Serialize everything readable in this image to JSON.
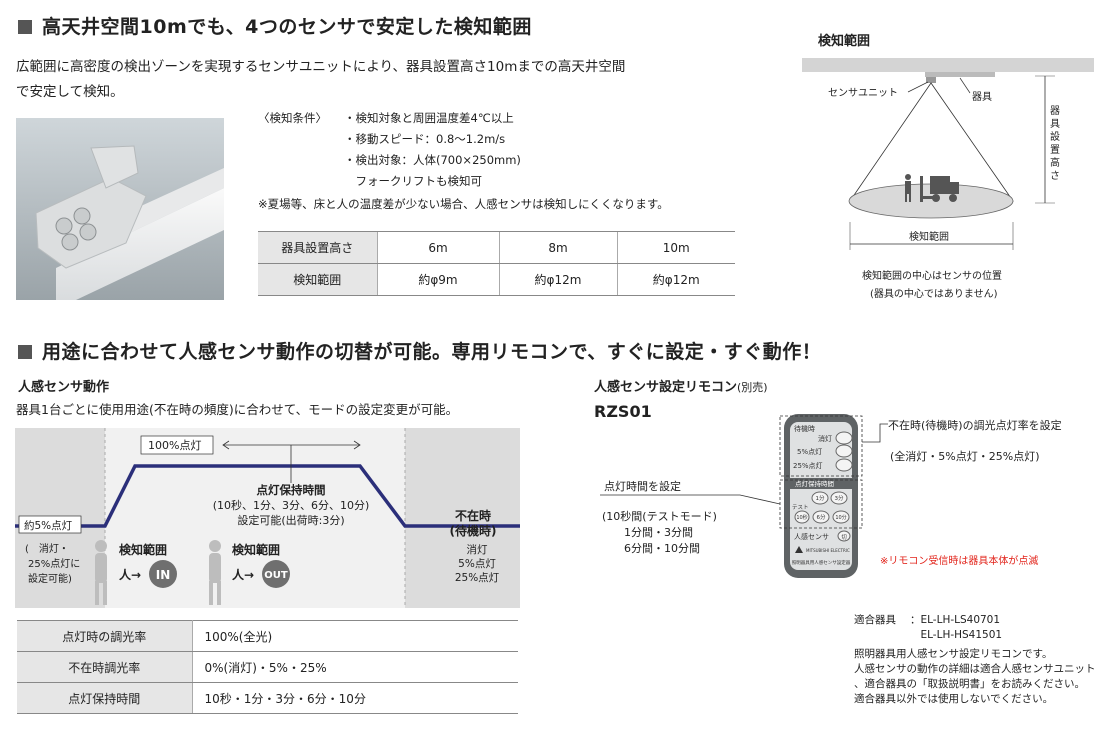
{
  "section1": {
    "heading": "高天井空間10mでも、4つのセンサで安定した検知範囲",
    "desc_line1": "広範囲に高密度の検出ゾーンを実現するセンサユニットにより、器具設置高さ10mまでの高天井空間",
    "desc_line2": "で安定して検知。",
    "conditions_label": "〈検知条件〉",
    "conditions": [
      "・検知対象と周囲温度差4℃以上",
      "・移動スピード：0.8～1.2m/s",
      "・検出対象：人体(700×250mm)",
      "　フォークリフトも検知可"
    ],
    "note": "※夏場等、床と人の温度差が少ない場合、人感センサは検知しにくくなります。",
    "table": {
      "row1_head": "器具設置高さ",
      "row1": [
        "6m",
        "8m",
        "10m"
      ],
      "row2_head": "検知範囲",
      "row2": [
        "約φ9m",
        "約φ12m",
        "約φ12m"
      ]
    }
  },
  "detection_diagram": {
    "title": "検知範囲",
    "sensor_unit": "センサユニット",
    "fixture": "器具",
    "height_label": "器具設置高さ",
    "range_label": "検知範囲",
    "caption_line1": "検知範囲の中心はセンサの位置",
    "caption_line2": "(器具の中心ではありません)"
  },
  "section2": {
    "heading": "用途に合わせて人感センサ動作の切替が可能。専用リモコンで、すぐに設定・すぐ動作！",
    "sub_title": "人感センサ動作",
    "sub_desc": "器具1台ごとに使用用途(不在時の頻度)に合わせて、モードの設定変更が可能。",
    "timing": {
      "full_light": "100%点灯",
      "hold_line1": "点灯保持時間",
      "hold_line2": "(10秒、1分、3分、6分、10分)",
      "hold_line3": "設定可能(出荷時:3分)",
      "dim5": "約5%点灯",
      "left_note": [
        "(　消灯・",
        "25%点灯に",
        "設定可能)"
      ],
      "detect_in_label": "検知範囲",
      "detect_in_arrow": "人→",
      "in_badge": "IN",
      "detect_out_label": "検知範囲",
      "detect_out_arrow": "人→",
      "out_badge": "OUT",
      "absent_line1": "不在時",
      "absent_line2": "(待機時)",
      "absent_opts": [
        "消灯",
        "5%点灯",
        "25%点灯"
      ]
    },
    "table": {
      "rows": [
        {
          "head": "点灯時の調光率",
          "value": "100%(全光)"
        },
        {
          "head": "不在時調光率",
          "value": "0%(消灯)・5%・25%"
        },
        {
          "head": "点灯保持時間",
          "value": "10秒・1分・3分・6分・10分"
        }
      ]
    }
  },
  "remote": {
    "title_main": "人感センサ設定リモコン",
    "title_sub": "(別売)",
    "model": "RZS01",
    "callout_top_line1": "不在時(待機時)の調光点灯率を設定",
    "callout_top_line2": "(全消灯・5%点灯・25%点灯)",
    "callout_left_title": "点灯時間を設定",
    "callout_left_lines": [
      "(10秒間(テストモード)",
      "1分間・3分間",
      "6分間・10分間"
    ],
    "receive_note": "※リモコン受信時は器具本体が点滅",
    "device": {
      "header": "待機時",
      "btn_off": "消灯",
      "btn_5": "5%点灯",
      "btn_25": "25%点灯",
      "hold_header": "点灯保持時間",
      "btn_1": "1分",
      "btn_3": "3分",
      "btn_test": "テスト",
      "btn_10s": "10秒",
      "btn_6": "6分",
      "btn_10": "10分",
      "sensor_btn": "人感センサ",
      "sensor_btn_mark": "切",
      "brand": "MITSUBISHI ELECTRIC",
      "product": "照明器具用人感センサ設定器"
    },
    "compatible_label": "適合器具",
    "compatible": [
      "：EL-LH-LS40701",
      "　EL-LH-HS41501"
    ],
    "notes": [
      "照明器具用人感センサ設定リモコンです。",
      "人感センサの動作の詳細は適合人感センサユニット",
      "、適合器具の「取扱説明書」をお読みください。",
      "適合器具以外では使用しないでください。"
    ]
  },
  "colors": {
    "accent_line": "#2b2f7a",
    "badge": "#6f6f6f",
    "note_red": "#e2231a",
    "table_head": "#e6e6e6"
  }
}
